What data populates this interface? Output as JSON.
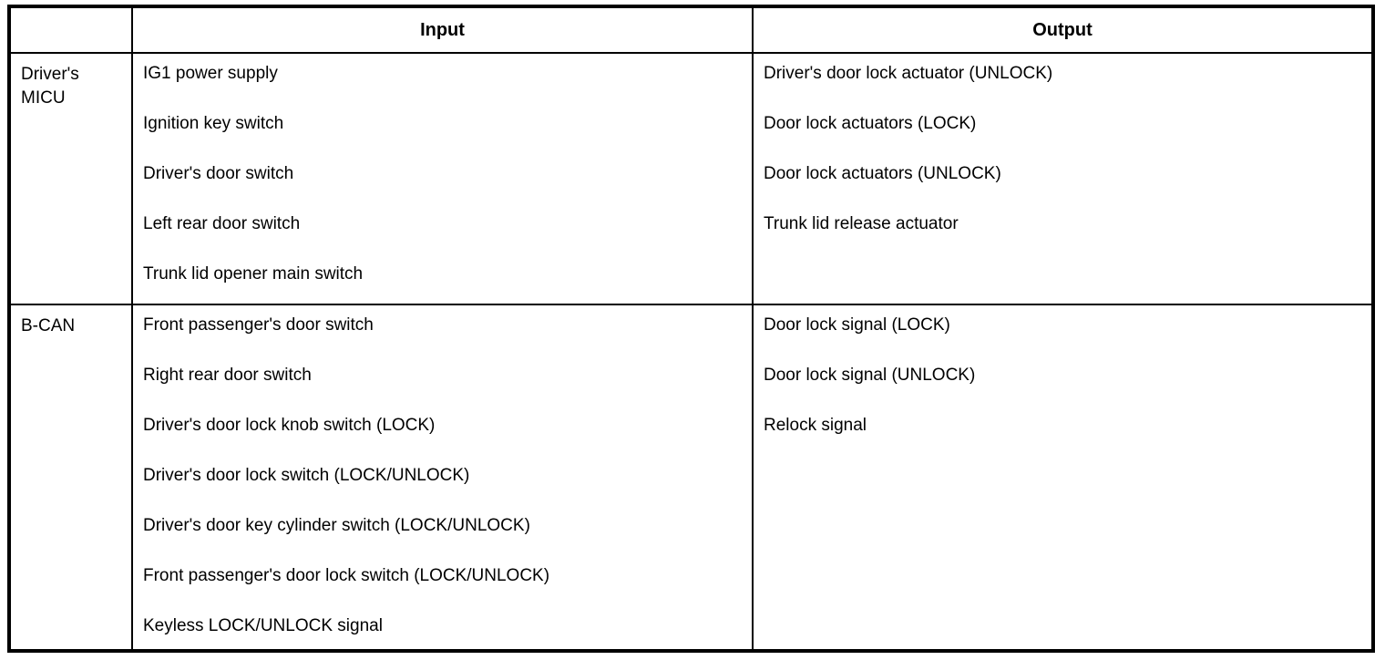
{
  "table": {
    "headers": {
      "source": "",
      "input": "Input",
      "output": "Output"
    },
    "rows": [
      {
        "source": "Driver's MICU",
        "inputs": [
          "IG1 power supply",
          "Ignition key switch",
          "Driver's door switch",
          "Left rear door switch",
          "Trunk lid opener main switch"
        ],
        "outputs": [
          "Driver's door lock actuator (UNLOCK)",
          "Door lock actuators (LOCK)",
          "Door lock actuators (UNLOCK)",
          "Trunk lid release actuator"
        ]
      },
      {
        "source": "B-CAN",
        "inputs": [
          "Front passenger's door switch",
          "Right rear door switch",
          "Driver's door lock knob switch (LOCK)",
          "Driver's door lock switch (LOCK/UNLOCK)",
          "Driver's door key cylinder switch (LOCK/UNLOCK)",
          "Front passenger's door lock switch (LOCK/UNLOCK)",
          "Keyless LOCK/UNLOCK signal"
        ],
        "outputs": [
          "Door lock signal (LOCK)",
          "Door lock signal (UNLOCK)",
          "Relock signal"
        ]
      }
    ],
    "colors": {
      "border": "#000000",
      "background": "#ffffff",
      "text": "#000000"
    }
  }
}
